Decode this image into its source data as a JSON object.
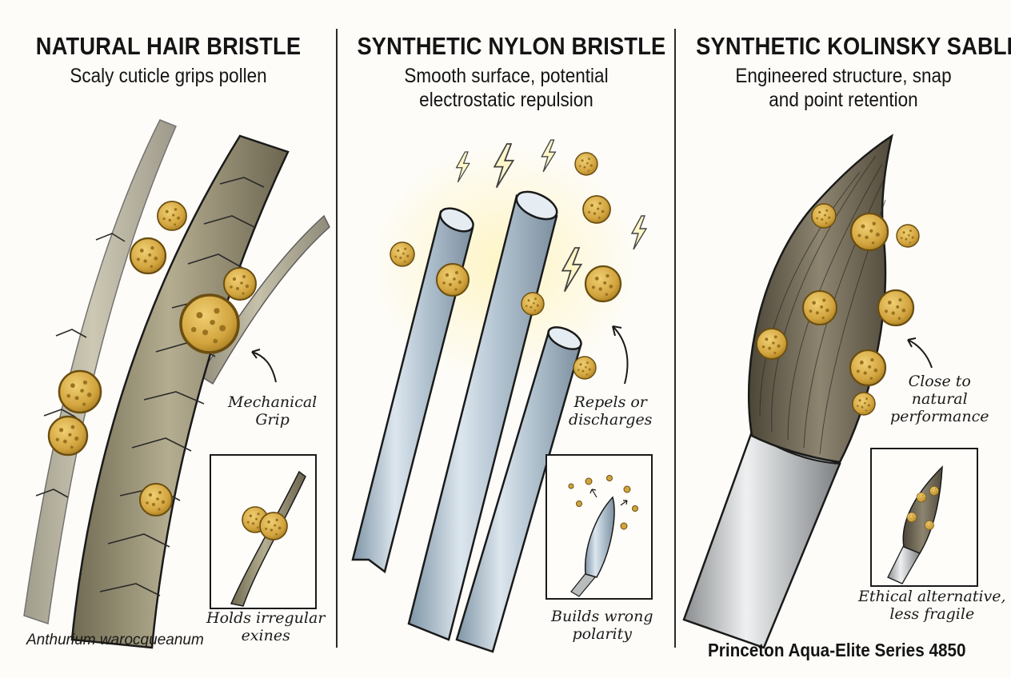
{
  "panels": [
    {
      "title": "NATURAL HAIR BRISTLE",
      "subtitle": [
        "Scaly cuticle grips pollen"
      ],
      "callout": [
        "Mechanical",
        "Grip"
      ],
      "inset_caption": [
        "Holds irregular",
        "exines"
      ],
      "footer": "Anthurium warocqueanum"
    },
    {
      "title": "SYNTHETIC NYLON BRISTLE",
      "subtitle": [
        "Smooth surface, potential",
        "electrostatic repulsion"
      ],
      "callout": [
        "Repels or",
        "discharges"
      ],
      "inset_caption": [
        "Builds wrong",
        "polarity"
      ]
    },
    {
      "title": "SYNTHETIC KOLINSKY SABLE",
      "subtitle": [
        "Engineered structure, snap",
        "and point retention"
      ],
      "callout": [
        "Close to",
        "natural",
        "performance"
      ],
      "inset_caption": [
        "Ethical alternative,",
        "less fragile"
      ],
      "footer": "Princeton Aqua-Elite Series 4850"
    }
  ],
  "colors": {
    "ink": "#141414",
    "pollen": "#d2a43e",
    "hair": "#9a9275",
    "nylon": "#a9bccb",
    "sable": "#6d6555",
    "ferrule": "#b9bcbd"
  },
  "icons": [
    "lightning-bolt-icon",
    "arrow-icon",
    "pollen-grain-icon"
  ]
}
